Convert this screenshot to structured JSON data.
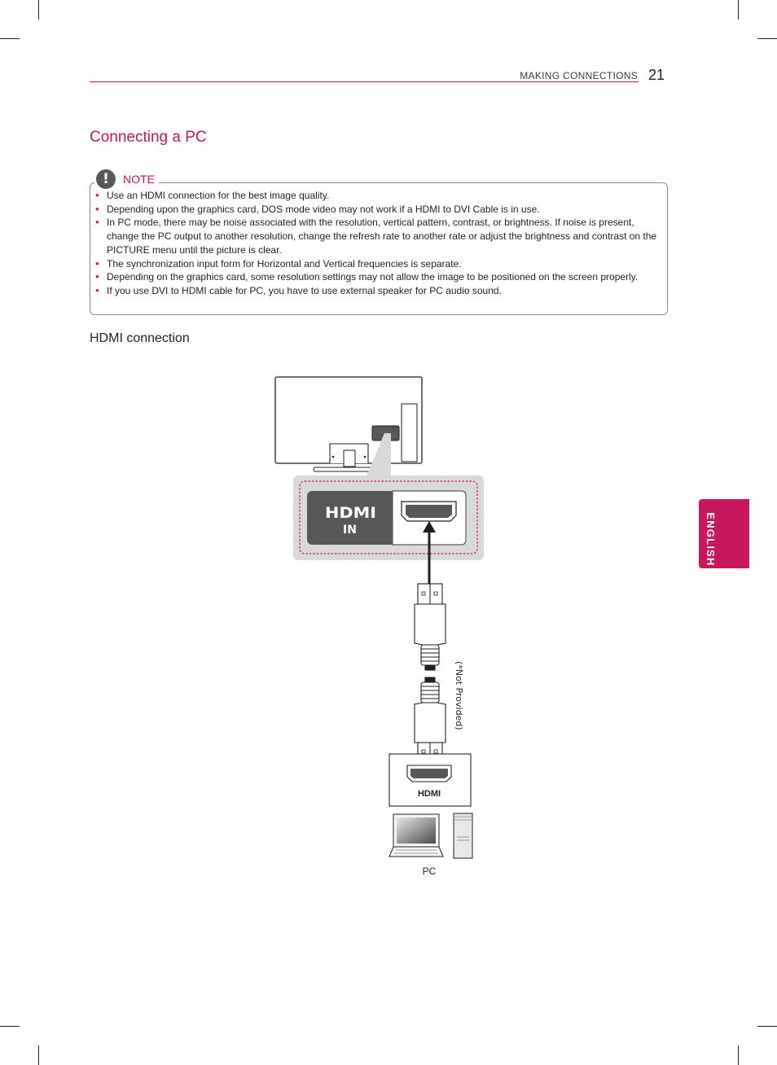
{
  "header": {
    "section": "MAKING CONNECTIONS",
    "page_number": "21"
  },
  "title": "Connecting a PC",
  "note": {
    "label": "NOTE",
    "icon": "exclamation-icon",
    "items": [
      "Use an HDMI connection for the best image quality.",
      "Depending upon the graphics card, DOS mode video may not work if a HDMI to DVI Cable is in use.",
      "In PC mode, there may be noise associated with the resolution, vertical pattern, contrast, or brightness. If noise is present, change the PC output to another resolution, change the refresh rate to another rate or adjust the brightness and contrast on the PICTURE menu until the picture is clear.",
      "The synchronization input form for Horizontal and Vertical frequencies is separate.",
      "Depending on the graphics card, some resolution settings may not allow the image to be positioned on the screen properly.",
      "If you use DVI to HDMI cable for PC, you have to use external speaker for PC audio sound."
    ]
  },
  "subheading": "HDMI connection",
  "diagram": {
    "tv_port_logo": "HDMI",
    "tv_port_label": "IN",
    "cable_note": "(*Not Provided)",
    "pc_port_label": "HDMI",
    "pc_label": "PC"
  },
  "language_tab": "ENGLISH",
  "colors": {
    "accent": "#c8175d",
    "text": "#231f20",
    "panel_dark": "#58585a",
    "panel_frame": "#d9d9da"
  }
}
